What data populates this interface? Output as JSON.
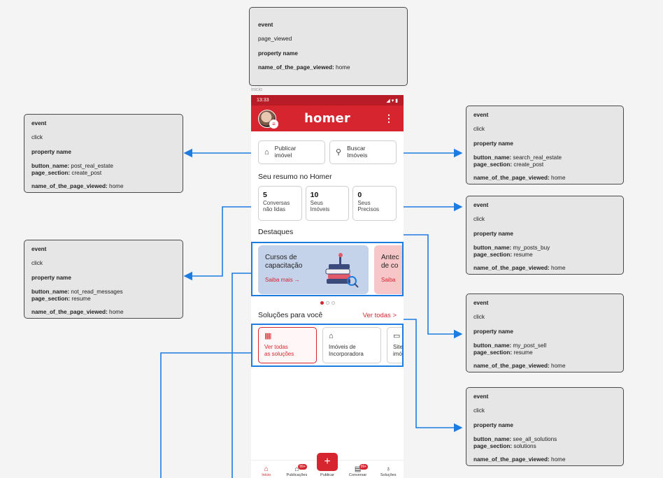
{
  "screen_label": "inicio",
  "status": {
    "time": "13:33",
    "signal": "◢ ▾ ▮"
  },
  "app": {
    "logo": "homer",
    "menu_icon": "kebab-menu-icon"
  },
  "actions": [
    {
      "line1": "Publicar",
      "line2": "imóvel",
      "icon": "home-icon"
    },
    {
      "line1": "Buscar",
      "line2": "Imóveis",
      "icon": "search-icon"
    }
  ],
  "summary": {
    "title": "Seu resumo no Homer",
    "cards": [
      {
        "count": "5",
        "line1": "Conversas",
        "line2": "não lidas"
      },
      {
        "count": "10",
        "line1": "Seus",
        "line2": "Imóveis"
      },
      {
        "count": "0",
        "line1": "Seus",
        "line2": "Precisos"
      }
    ]
  },
  "highlights": {
    "title": "Destaques",
    "cards": [
      {
        "line1": "Cursos de",
        "line2": "capacitação",
        "link": "Saiba mais →"
      },
      {
        "line1": "Antec",
        "line2": "de co",
        "link": "Saiba"
      }
    ]
  },
  "solutions": {
    "title": "Soluções para você",
    "see_all": "Ver todas >",
    "items": [
      {
        "line1": "Ver todas",
        "line2": "as soluções",
        "icon": "grid-icon"
      },
      {
        "line1": "Imóveis de",
        "line2": "Incorporadora",
        "icon": "buildings-icon"
      },
      {
        "line1": "Site",
        "line2": "imó",
        "icon": "laptop-icon"
      }
    ]
  },
  "bottom_nav": [
    {
      "label": "Início",
      "icon": "home-icon"
    },
    {
      "label": "Publicações",
      "icon": "houses-icon",
      "badge": "99+"
    },
    {
      "label": "Publicar",
      "icon": "plus-icon"
    },
    {
      "label": "Conversar",
      "icon": "chat-icon",
      "badge": "99+"
    },
    {
      "label": "Soluções",
      "icon": "lightbulb-icon"
    }
  ],
  "events": {
    "top": {
      "event_key": "event",
      "event_val": "page_viewed",
      "prop_key": "property name",
      "page_key": "name_of_the_page_viewed:",
      "page_val": "home"
    },
    "left1": {
      "event_key": "event",
      "event_val": "click",
      "prop_key": "property name",
      "b_key": "button_name:",
      "b_val": "post_real_estate",
      "s_key": "page_section:",
      "s_val": "create_post",
      "page_key": "name_of_the_page_viewed:",
      "page_val": "home"
    },
    "left2": {
      "event_key": "event",
      "event_val": "click",
      "prop_key": "property name",
      "b_key": "button_name:",
      "b_val": "not_read_messages",
      "s_key": "page_section:",
      "s_val": "resume",
      "page_key": "name_of_the_page_viewed:",
      "page_val": "home"
    },
    "right1": {
      "event_key": "event",
      "event_val": "click",
      "prop_key": "property name",
      "b_key": "button_name:",
      "b_val": "search_real_estate",
      "s_key": "page_section:",
      "s_val": "create_post",
      "page_key": "name_of_the_page_viewed:",
      "page_val": "home"
    },
    "right2": {
      "event_key": "event",
      "event_val": "click",
      "prop_key": "property name",
      "b_key": "button_name:",
      "b_val": "my_posts_buy",
      "s_key": "page_section:",
      "s_val": "resume",
      "page_key": "name_of_the_page_viewed:",
      "page_val": "home"
    },
    "right3": {
      "event_key": "event",
      "event_val": "click",
      "prop_key": "property name",
      "b_key": "button_name:",
      "b_val": "my_post_sell",
      "s_key": "page_section:",
      "s_val": "resume",
      "page_key": "name_of_the_page_viewed:",
      "page_val": "home"
    },
    "right4": {
      "event_key": "event",
      "event_val": "click",
      "prop_key": "property name",
      "b_key": "button_name:",
      "b_val": "see_all_solutions",
      "s_key": "page_section:",
      "s_val": "solutions",
      "page_key": "name_of_the_page_viewed:",
      "page_val": "home"
    }
  },
  "colors": {
    "brand": "#d7252f",
    "connector": "#1c7ce0"
  }
}
